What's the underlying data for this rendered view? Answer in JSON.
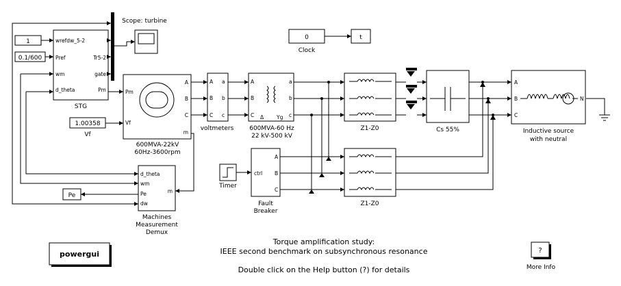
{
  "blocks": {
    "const1": {
      "value": "1"
    },
    "const2": {
      "value": "0.1/600"
    },
    "stg": {
      "label": "STG",
      "ports_in": [
        "wrefdw_5-2",
        "Pref",
        "wm",
        "d_theta"
      ],
      "ports_out": [
        "Tr5-2",
        "gate",
        "Pm"
      ]
    },
    "scope": {
      "label": "Scope: turbine"
    },
    "clock": {
      "value": "0",
      "label": "Clock"
    },
    "t_out": {
      "label": "t"
    },
    "vf_const": {
      "value": "1.00358",
      "label": "Vf"
    },
    "generator": {
      "port_pm": "Pm",
      "port_vf": "Vf",
      "port_a": "A",
      "port_b": "B",
      "port_c": "C",
      "port_m": "m",
      "label_line1": "600MVA-22kV",
      "label_line2": "60Hz-3600rpm"
    },
    "voltmeters": {
      "label": "voltmeters",
      "ports": [
        "A",
        "B",
        "C",
        "a",
        "b",
        "c"
      ]
    },
    "transformer": {
      "label_line1": "600MVA-60 Hz",
      "label_line2": "22 kV-500 kV",
      "sym_left": "Δ",
      "sym_right": "Yg",
      "ports": [
        "A",
        "B",
        "C",
        "a",
        "b",
        "c"
      ]
    },
    "z1": {
      "label": "Z1-Z0"
    },
    "z2": {
      "label": "Z1-Z0"
    },
    "cap": {
      "label": "Cs 55%"
    },
    "source": {
      "label_line1": "Inductive source",
      "label_line2": "with neutral",
      "port_n": "N"
    },
    "timer": {
      "label": "Timer"
    },
    "fault": {
      "label_line1": "Fault",
      "label_line2": "Breaker",
      "port_ctrl": "ctrl"
    },
    "demux": {
      "ports_in": [
        "d_theta",
        "wm",
        "Pe",
        "dw"
      ],
      "port_out": "m",
      "label_line1": "Machines",
      "label_line2": "Measurement",
      "label_line3": "Demux"
    },
    "pe_out": {
      "label": "Pe"
    },
    "powergui": {
      "label": "powergui"
    },
    "more_info": {
      "symbol": "?",
      "label": "More Info"
    }
  },
  "notes": {
    "line1": "Torque amplification study:",
    "line2": "IEEE second benchmark on subsynchronous resonance",
    "line3": "Double click on the Help button (?) for details"
  },
  "colors": {
    "line": "#000000",
    "background": "#ffffff"
  }
}
